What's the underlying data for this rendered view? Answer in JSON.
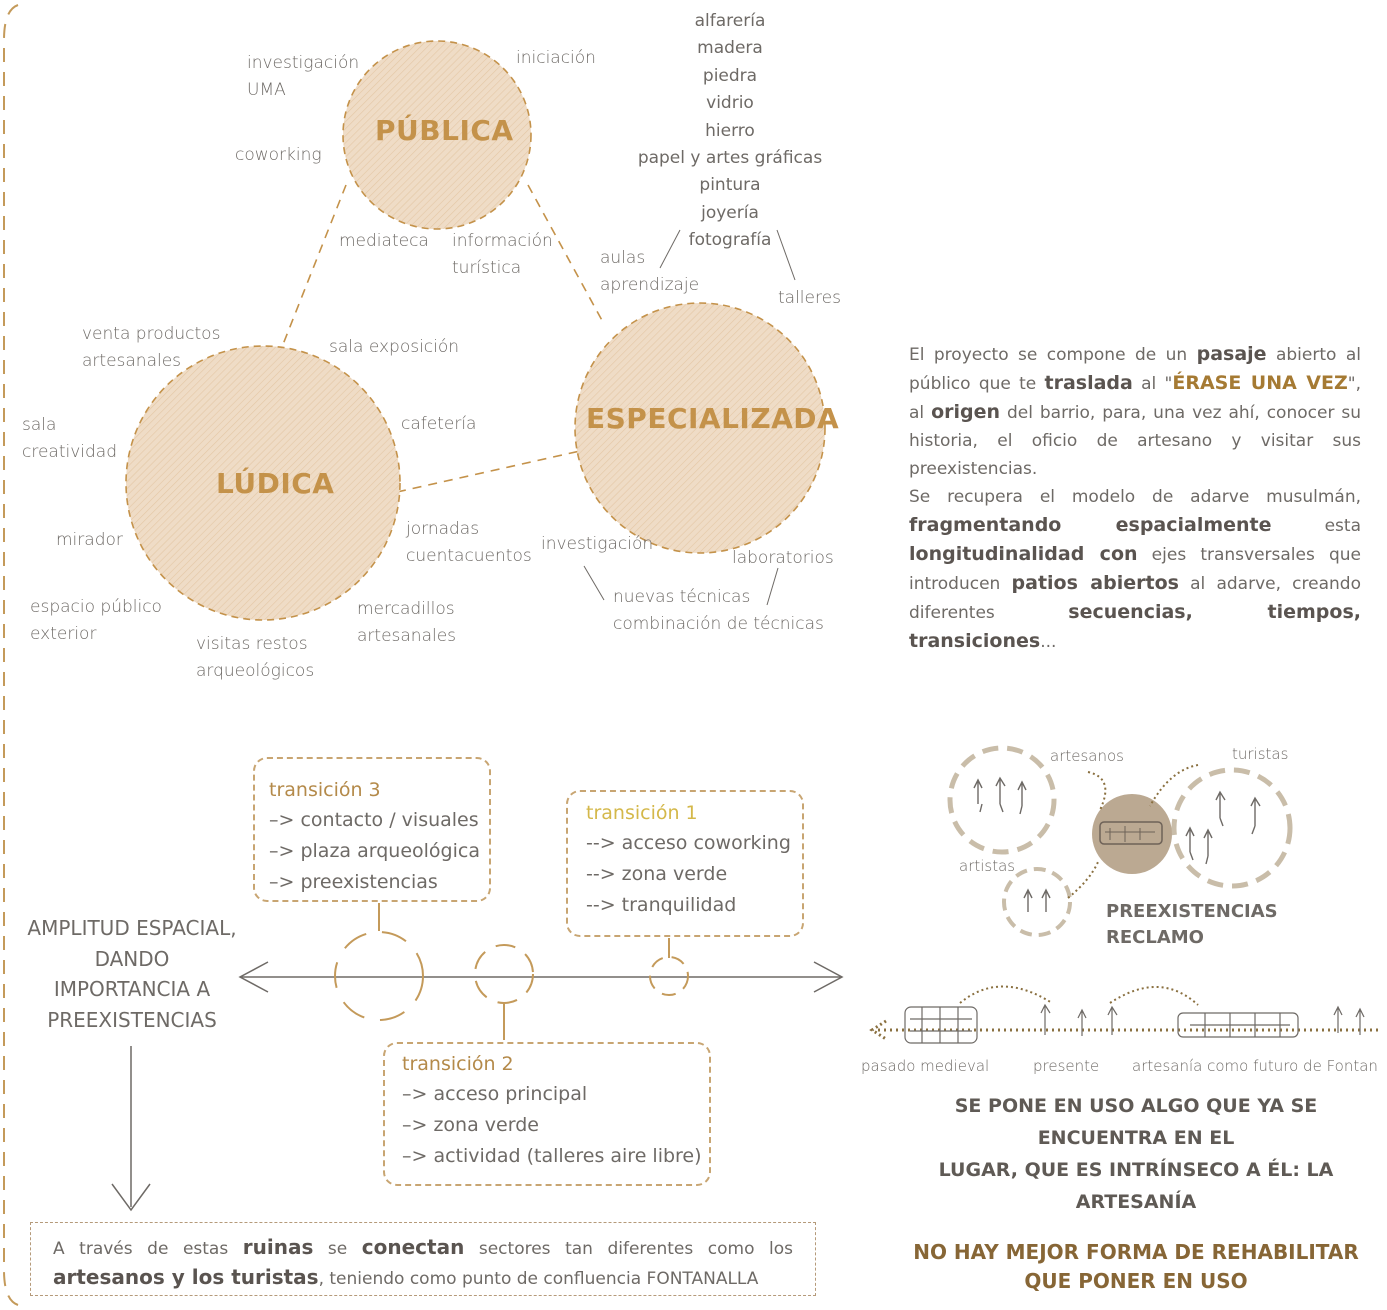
{
  "colors": {
    "accent": "#c4924a",
    "circle_fill": "#efdcc6",
    "text": "#6e6a66",
    "box_border": "#c8a572",
    "preex": "#bba992"
  },
  "circles": {
    "publica": "PÚBLICA",
    "especializada": "ESPECIALIZADA",
    "ludica": "LÚDICA"
  },
  "labels": {
    "investigacion_uma_1": "investigación",
    "investigacion_uma_2": "UMA",
    "iniciacion": "iniciación",
    "coworking": "coworking",
    "mediateca": "mediateca",
    "informacion_1": "información",
    "informacion_2": "turística",
    "aulas_1": "aulas",
    "aulas_2": "aprendizaje",
    "talleres": "talleres",
    "venta_1": "venta productos",
    "venta_2": "artesanales",
    "sala_exposicion": "sala exposición",
    "sala_creatividad_1": "sala",
    "sala_creatividad_2": "creatividad",
    "cafeteria": "cafetería",
    "mirador": "mirador",
    "jornadas_1": "jornadas",
    "jornadas_2": "cuentacuentos",
    "investigacion": "investigación",
    "laboratorios": "laboratorios",
    "espacio_1": "espacio público",
    "espacio_2": "exterior",
    "mercadillos_1": "mercadillos",
    "mercadillos_2": "artesanales",
    "visitas_1": "visitas restos",
    "visitas_2": "arqueológicos",
    "nuevas_1": "nuevas técnicas",
    "nuevas_2": "combinación de técnicas"
  },
  "crafts": [
    "alfarería",
    "madera",
    "piedra",
    "vidrio",
    "hierro",
    "papel y artes gráficas",
    "pintura",
    "joyería",
    "fotografía"
  ],
  "paragraph": {
    "p1": "El proyecto se compone de un ",
    "b_pasaje": "pasaje",
    "p2": " abierto al público que te ",
    "b_traslada": "traslada",
    "p3": " al \"",
    "b_erase": "ÉRASE UNA VEZ",
    "p4": "\", al ",
    "b_origen": "origen",
    "p5": " del barrio, para, una vez ahí, conocer su historia, el oficio de artesano y visitar sus preexistencias.",
    "p6": "Se recupera el modelo de adarve musulmán, ",
    "b_frag": "fragmentando espacialmente",
    "p7": " esta ",
    "b_long": "longitudinalidad con",
    "p8": " ejes transversales que introducen ",
    "b_patios": "patios abiertos",
    "p9": " al adarve, creando diferentes ",
    "b_sec": "secuencias, tiempos, transiciones",
    "p10": "..."
  },
  "transitions": {
    "t3": {
      "title": "transición 3",
      "items": [
        "–> contacto / visuales",
        "–> plaza arqueológica",
        "–> preexistencias"
      ]
    },
    "t1": {
      "title": "transición 1",
      "items": [
        "--> acceso coworking",
        "--> zona verde",
        "--> tranquilidad"
      ]
    },
    "t2": {
      "title": "transición 2",
      "items": [
        "–> acceso principal",
        "–> zona verde",
        "–> actividad (talleres aire libre)"
      ]
    }
  },
  "amplitud": [
    "AMPLITUD ESPACIAL,",
    "DANDO",
    "IMPORTANCIA A",
    "PREEXISTENCIAS"
  ],
  "ruins": {
    "a1": "A través de estas ",
    "b_ruinas": "ruinas",
    "a2": " se ",
    "b_conectan": "conectan",
    "a3": " sectores tan diferentes como los ",
    "b_artesanos": "artesanos y los turistas",
    "a4": ", teniendo como punto de confluencia FONTANALLA"
  },
  "people": {
    "artesanos": "artesanos",
    "turistas": "turistas",
    "artistas": "artistas",
    "preex_1": "PREEXISTENCIAS",
    "preex_2": "RECLAMO"
  },
  "timeline": {
    "pasado": "pasado medieval",
    "presente": "presente",
    "futuro": "artesanía como futuro de Fontan"
  },
  "headline": [
    "SE PONE EN USO ALGO QUE YA SE",
    "ENCUENTRA EN EL",
    "LUGAR, QUE ES INTRÍNSECO A ÉL: LA",
    "ARTESANÍA"
  ],
  "closing": [
    "NO HAY MEJOR FORMA DE REHABILITAR",
    "QUE PONER EN USO"
  ]
}
